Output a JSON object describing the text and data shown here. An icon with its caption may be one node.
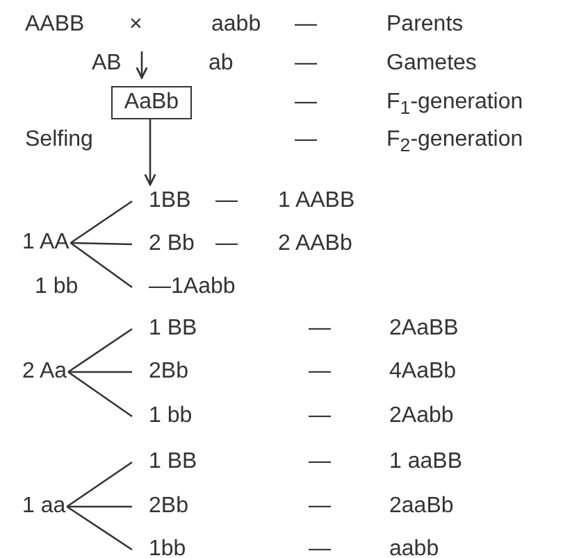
{
  "diagram": {
    "nodes": [
      {
        "text": [
          "AaBb"
        ]
      },
      {
        "text": [
          "1 AA"
        ]
      },
      {
        "text": [
          "1BB"
        ]
      },
      {
        "text": [
          "2 Bb"
        ]
      },
      {
        "text": [
          "—1Aabb"
        ]
      },
      {
        "text": [
          "2 Aa"
        ]
      },
      {
        "text": [
          "1 BB"
        ]
      },
      {
        "text": [
          "2Bb"
        ]
      },
      {
        "text": [
          "1 bb"
        ]
      },
      {
        "text": [
          "1 aa"
        ]
      },
      {
        "text": [
          "1 BB"
        ]
      },
      {
        "text": [
          "2Bb"
        ]
      },
      {
        "text": [
          "1bb"
        ]
      }
    ],
    "edges": [
      {
        "from": null,
        "to": 0,
        "arrow": "to"
      },
      {
        "from": 0,
        "to": 2,
        "arrow": "to",
        "label": "Selfing"
      },
      {
        "from": 1,
        "to": 2,
        "arrow": "none"
      },
      {
        "from": 1,
        "to": 3,
        "arrow": "none"
      },
      {
        "from": 1,
        "to": 4,
        "arrow": "none"
      },
      {
        "from": 5,
        "to": 6,
        "arrow": "none"
      },
      {
        "from": 5,
        "to": 7,
        "arrow": "none"
      },
      {
        "from": 5,
        "to": 8,
        "arrow": "none"
      },
      {
        "from": 9,
        "to": 10,
        "arrow": "none"
      },
      {
        "from": 9,
        "to": 11,
        "arrow": "none"
      },
      {
        "from": 9,
        "to": 12,
        "arrow": "none"
      }
    ],
    "labels": [
      "AABB",
      "×",
      "aabb",
      "—",
      "Parents",
      "AB",
      "ab",
      "—",
      "Gametes",
      "—",
      "F$_{1}$-generation",
      "—",
      "F$_{2}$-generation",
      "—",
      "1 AABB",
      "—",
      "2 AABb",
      "1 bb",
      "—",
      "2AaBB",
      "—",
      "4AaBb",
      "—",
      "2Aabb",
      "—",
      "1 aaBB",
      "—",
      "2aaBb",
      "—",
      "aabb"
    ]
  }
}
